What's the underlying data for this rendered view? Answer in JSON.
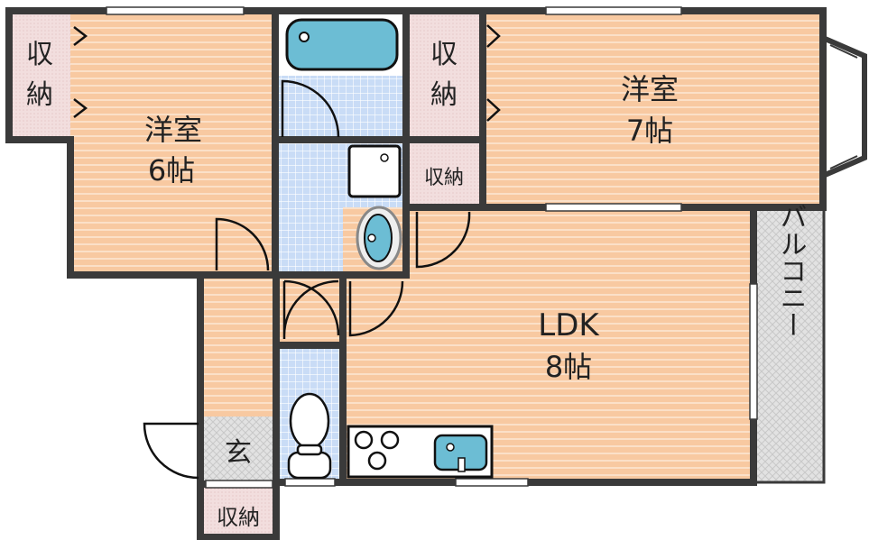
{
  "rooms": {
    "western_6": {
      "name": "洋室",
      "size": "6帖"
    },
    "western_7": {
      "name": "洋室",
      "size": "7帖"
    },
    "ldk": {
      "name": "LDK",
      "size": "8帖"
    },
    "balcony": {
      "name": "バルコニー"
    },
    "storage_left": {
      "line1": "収",
      "line2": "納"
    },
    "storage_mid": {
      "line1": "収",
      "line2": "納"
    },
    "storage_small": {
      "name": "収納"
    },
    "storage_bottom": {
      "name": "収納"
    },
    "entrance": {
      "name": "玄"
    }
  },
  "colors": {
    "floor": "#f8c9a1",
    "closet": "#f2dede",
    "tile": "#c9dcf6",
    "fixture": "#6cbdd4",
    "wall": "#3a3a3a",
    "balcony": "#dcdcdc"
  }
}
